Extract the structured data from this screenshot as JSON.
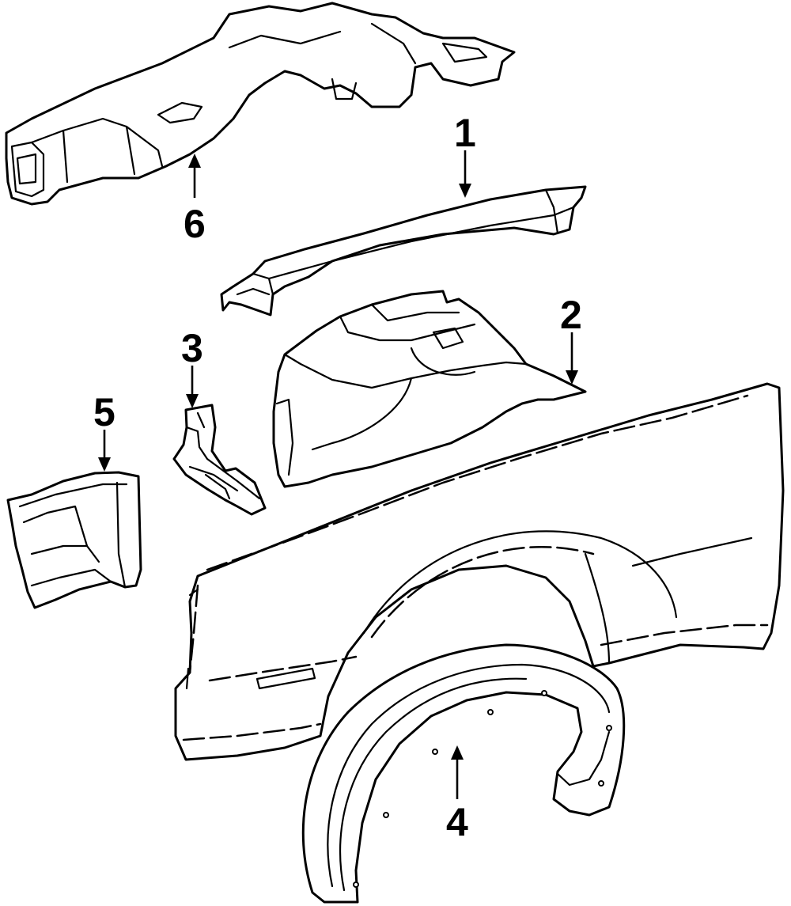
{
  "callouts": [
    {
      "id": "1",
      "label": "1",
      "part": "upper-rail"
    },
    {
      "id": "2",
      "label": "2",
      "part": "wheelhouse-apron"
    },
    {
      "id": "3",
      "label": "3",
      "part": "support-bracket"
    },
    {
      "id": "4",
      "label": "4",
      "part": "fender-liner"
    },
    {
      "id": "5",
      "label": "5",
      "part": "corner-filler"
    },
    {
      "id": "6",
      "label": "6",
      "part": "frame-rail-assembly"
    }
  ]
}
